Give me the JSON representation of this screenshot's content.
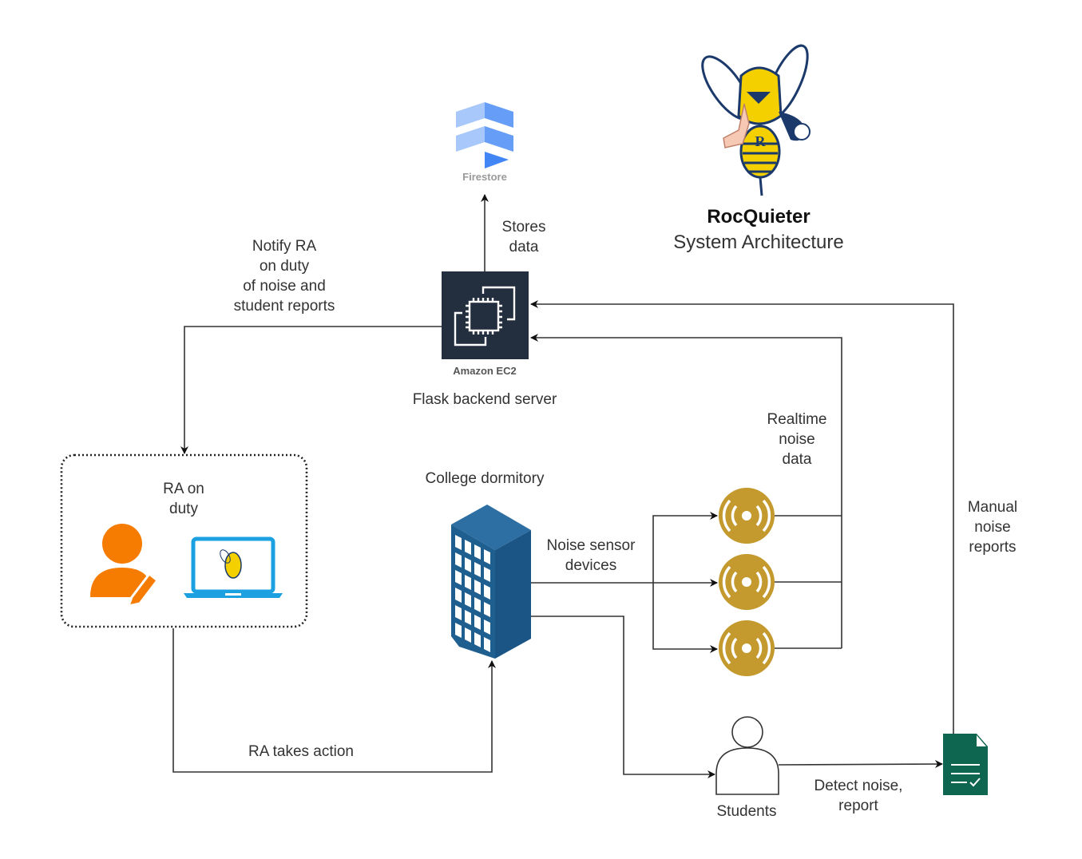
{
  "title": {
    "app_name": "RocQuieter",
    "subtitle": "System Architecture"
  },
  "nodes": {
    "firestore": {
      "label": "Firestore",
      "icon": "firestore-icon"
    },
    "ec2": {
      "label": "Amazon EC2",
      "caption": "Flask backend server",
      "icon": "ec2-chip-icon"
    },
    "ra_group": {
      "label": "RA on\nduty",
      "icons": [
        "ra-person-edit-icon",
        "laptop-icon"
      ]
    },
    "dormitory": {
      "label": "College dormitory",
      "icon": "building-icon"
    },
    "sensors": {
      "count": 3,
      "icon": "sensor-broadcast-icon"
    },
    "students": {
      "label": "Students",
      "icon": "person-outline-icon"
    },
    "report": {
      "icon": "document-check-icon"
    },
    "mascot": {
      "icon": "bee-mascot-icon"
    }
  },
  "edges": {
    "stores_data": "Stores\ndata",
    "notify_ra": "Notify RA\non duty\nof noise and\nstudent reports",
    "realtime_noise": "Realtime\nnoise\ndata",
    "manual_reports": "Manual\nnoise\nreports",
    "noise_sensor_devices": "Noise sensor\ndevices",
    "ra_takes_action": "RA takes action",
    "detect_noise": "Detect noise,\nreport"
  },
  "colors": {
    "ec2_bg": "#232F3E",
    "firestore_light": "#A8C7FA",
    "firestore_dark": "#4285F4",
    "ra_orange": "#F57C00",
    "laptop_blue": "#1BA1E2",
    "building_blue": "#1F5F8F",
    "sensor_gold": "#C49A2E",
    "report_green": "#0E6651",
    "bee_yellow": "#F5D000",
    "bee_navy": "#1B3A6B",
    "line": "#333333"
  }
}
